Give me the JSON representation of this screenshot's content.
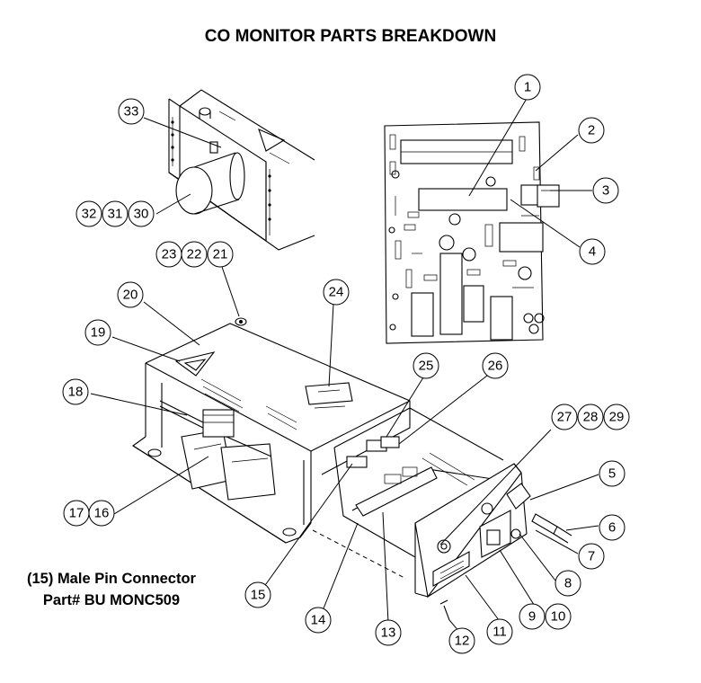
{
  "title": "CO MONITOR PARTS BREAKDOWN",
  "note": {
    "line1": "(15) Male Pin Connector",
    "line2": "Part# BU MONC509"
  },
  "callouts": [
    "1",
    "2",
    "3",
    "4",
    "5",
    "6",
    "7",
    "8",
    "9",
    "10",
    "11",
    "12",
    "13",
    "14",
    "15",
    "16",
    "17",
    "18",
    "19",
    "20",
    "21",
    "22",
    "23",
    "24",
    "25",
    "26",
    "27",
    "28",
    "29",
    "30",
    "31",
    "32",
    "33"
  ],
  "colors": {
    "ink": "#000000",
    "paper": "#ffffff"
  }
}
